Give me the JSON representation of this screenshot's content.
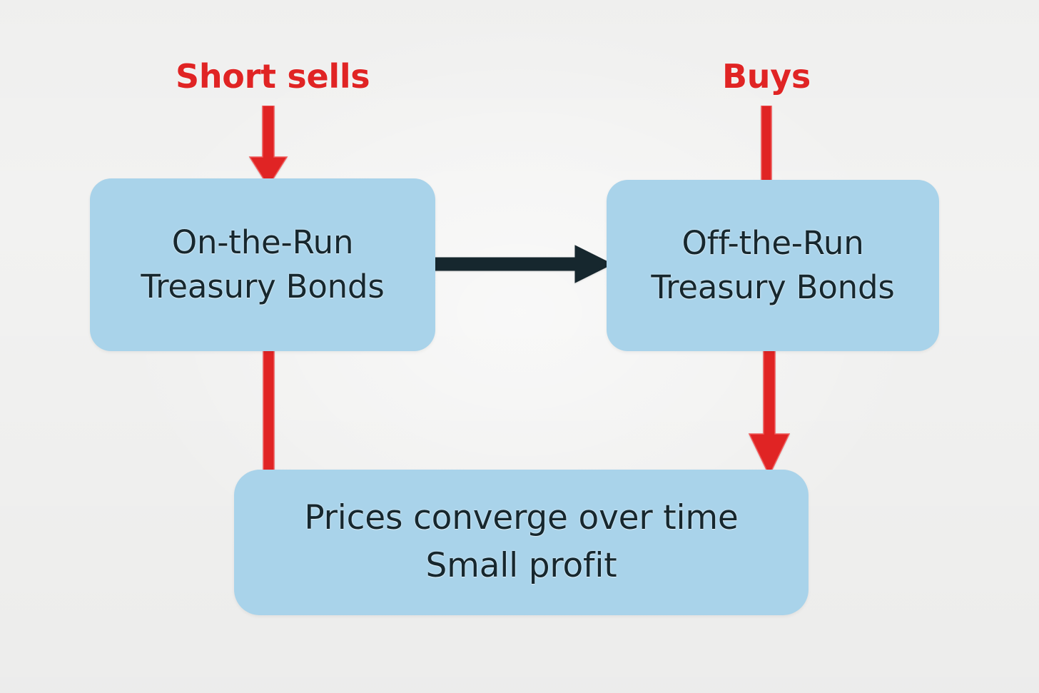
{
  "diagram": {
    "background_color": "#f2f2f1",
    "node_fill_color": "#a9d3ea",
    "node_text_color": "#16272e",
    "accent_red": "#e02424",
    "accent_dark": "#16272e",
    "nodes": [
      {
        "id": "on-the-run",
        "line1": "On-the-Run",
        "line2": "Treasury Bonds",
        "text": "On-the-Run\nTreasury Bonds"
      },
      {
        "id": "off-the-run",
        "line1": "Off-the-Run",
        "line2": "Treasury Bonds",
        "text": "Off-the-Run\nTreasury Bonds"
      },
      {
        "id": "outcome",
        "line1": "Prices converge over time",
        "line2": "Small profit",
        "text": "Prices converge over time\nSmall profit"
      }
    ],
    "captions": [
      {
        "id": "short-sells",
        "text": "Short sells",
        "color": "#e02424"
      },
      {
        "id": "buys",
        "text": "Buys",
        "color": "#e02424"
      }
    ],
    "connectors": [
      {
        "id": "short-sells-to-on-the-run",
        "icon": "down-arrow-icon",
        "color": "#e02424",
        "has_arrowhead": true
      },
      {
        "id": "buys-to-off-the-run",
        "icon": "vertical-line-icon",
        "color": "#e02424",
        "has_arrowhead": false
      },
      {
        "id": "on-the-run-to-off-the-run",
        "icon": "right-arrow-icon",
        "color": "#16272e",
        "has_arrowhead": true
      },
      {
        "id": "on-the-run-to-outcome",
        "icon": "vertical-line-icon",
        "color": "#e02424",
        "has_arrowhead": false
      },
      {
        "id": "off-the-run-to-outcome",
        "icon": "down-arrow-icon",
        "color": "#e02424",
        "has_arrowhead": true
      }
    ]
  }
}
